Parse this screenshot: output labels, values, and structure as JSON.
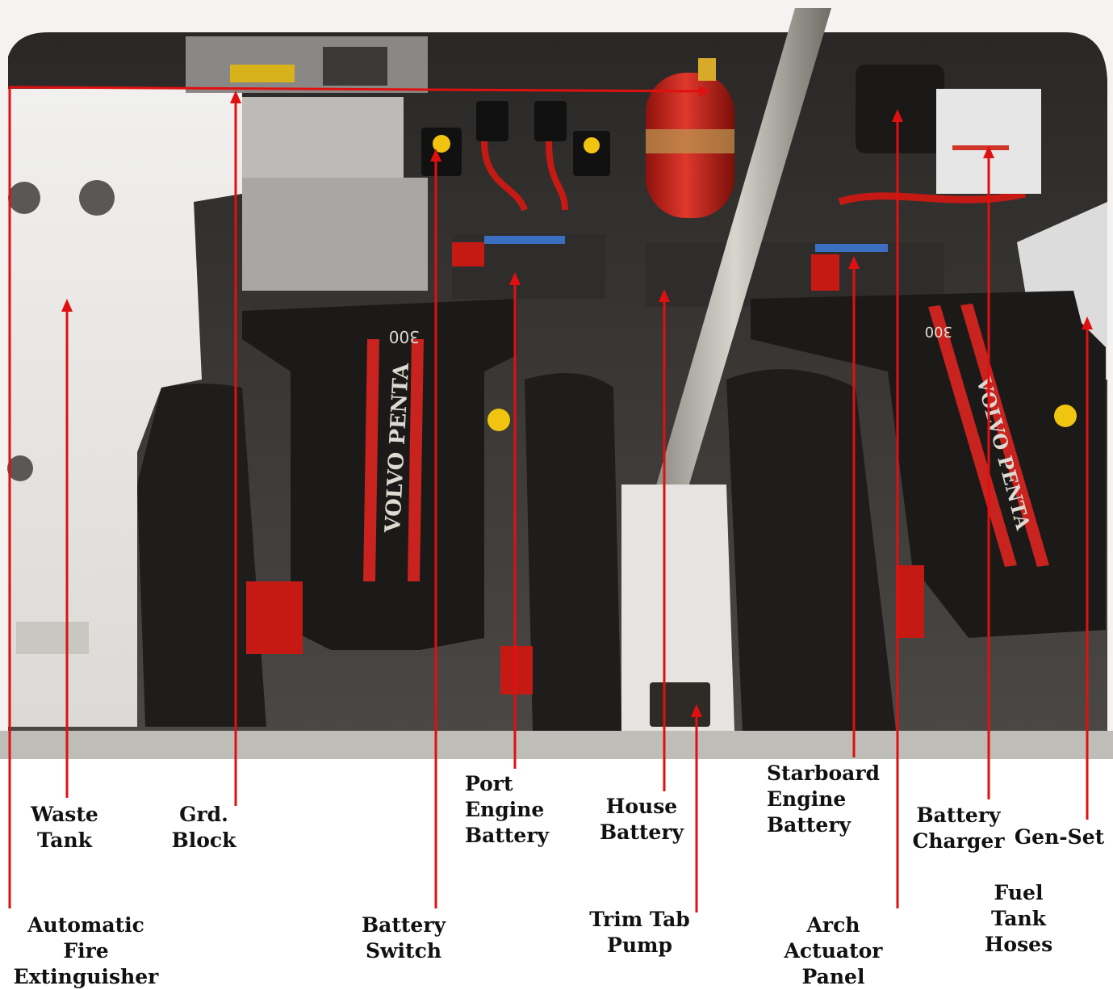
{
  "colors": {
    "line": "#e01010",
    "engine_cover": "#1c1a18",
    "engine_stripe": "#c8231e",
    "hull": "#ecebe8",
    "bilge": "#e9e8e4",
    "extinguisher": "#c61d16"
  },
  "labels": {
    "waste_tank": "Waste\nTank",
    "grd_block": "Grd.\nBlock",
    "port_engine_battery": "Port\nEngine\nBattery",
    "house_battery": "House\nBattery",
    "starboard_engine_battery": "Starboard\nEngine\nBattery",
    "battery_charger": "Battery\nCharger",
    "gen_set": "Gen-Set",
    "fuel_tank_hoses": "Fuel\nTank\nHoses",
    "automatic_fire_extinguisher": "Automatic Fire\nExtinguisher",
    "battery_switch": "Battery\nSwitch",
    "trim_tab_pump": "Trim Tab\nPump",
    "arch_actuator_panel": "Arch Actuator\nPanel"
  },
  "photo": {
    "engine_cover_text": "VOLVO PENTA",
    "engine_badge": "300"
  }
}
